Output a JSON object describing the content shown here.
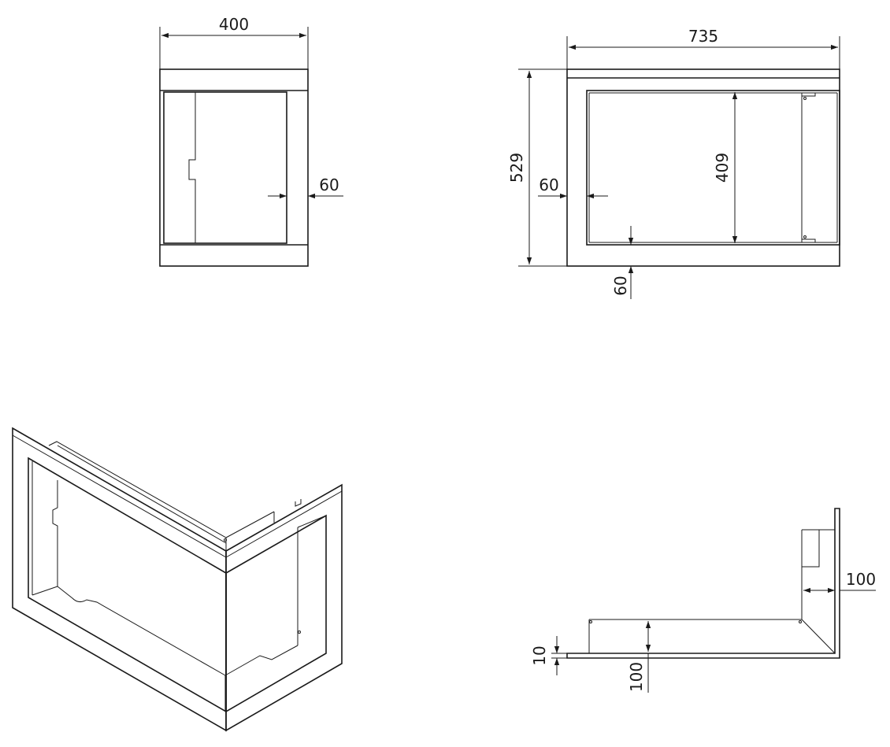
{
  "colors": {
    "ink": "#1a1a1a",
    "background": "#ffffff"
  },
  "views": {
    "side": {
      "width": "400",
      "frame": "60"
    },
    "front": {
      "width": "735",
      "height": "529",
      "opening_height": "409",
      "frame_left": "60",
      "frame_bottom": "60"
    },
    "iso": {},
    "top": {
      "depth": "100",
      "side_depth": "100",
      "thickness": "10"
    }
  }
}
